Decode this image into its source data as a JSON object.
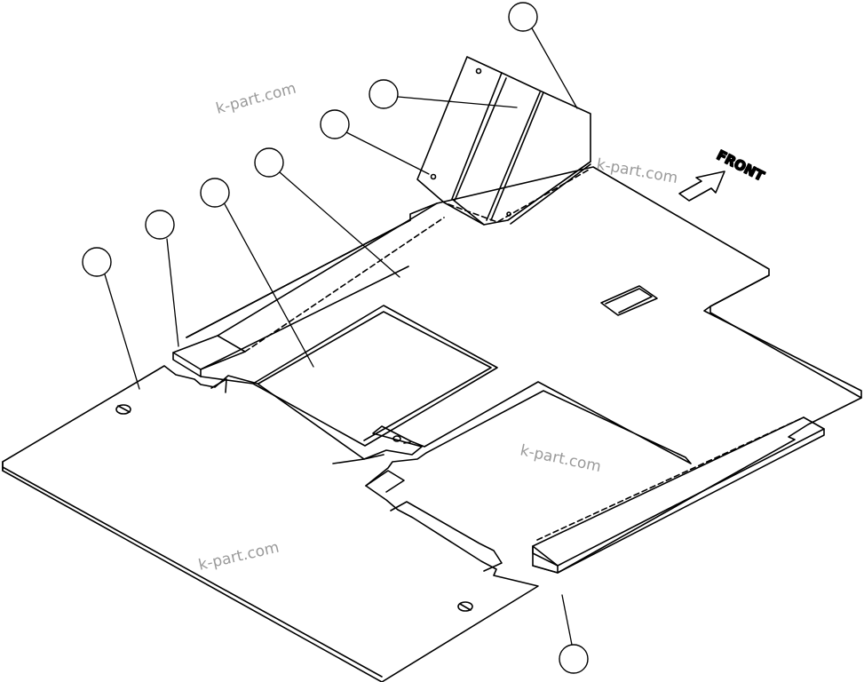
{
  "diagram": {
    "front_label": "FRONT",
    "watermarks": [
      "k-part.com",
      "k-part.com",
      "k-part.com",
      "k-part.com"
    ],
    "callouts": [
      {
        "name": "callout-1",
        "label": ""
      },
      {
        "name": "callout-2",
        "label": ""
      },
      {
        "name": "callout-3",
        "label": ""
      },
      {
        "name": "callout-4",
        "label": ""
      },
      {
        "name": "callout-5",
        "label": ""
      },
      {
        "name": "callout-6",
        "label": ""
      },
      {
        "name": "callout-7",
        "label": ""
      },
      {
        "name": "callout-8",
        "label": ""
      }
    ]
  }
}
